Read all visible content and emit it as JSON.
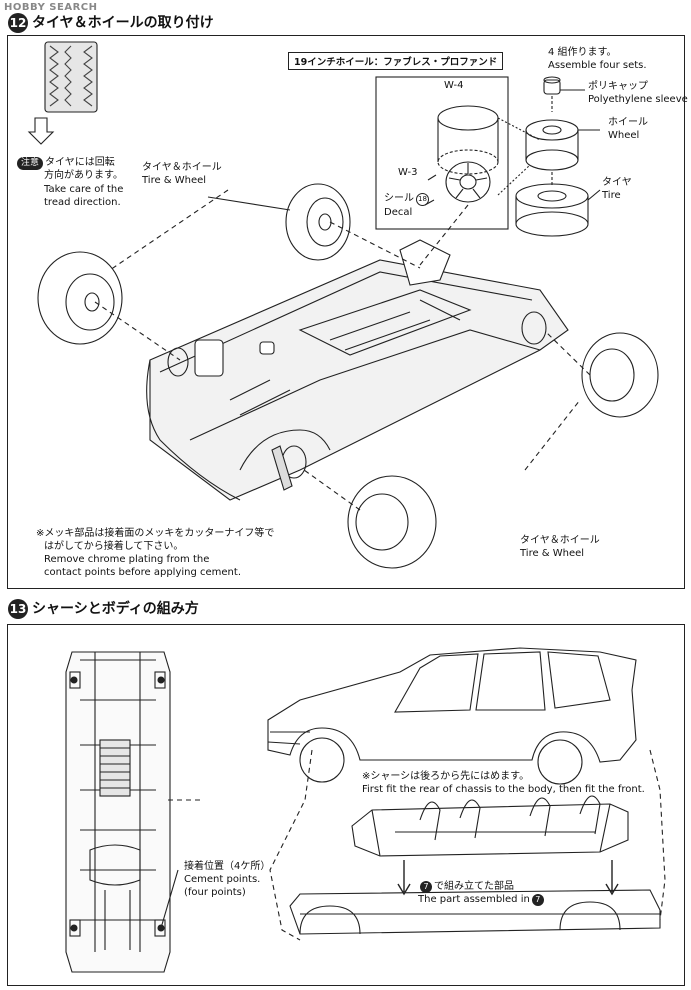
{
  "watermark": "HOBBY SEARCH",
  "step12": {
    "number": "12",
    "title": "タイヤ＆ホイールの取り付け",
    "caution_badge": "注意",
    "caution_ja_1": "タイヤには回転",
    "caution_ja_2": "方向があります。",
    "caution_en_1": "Take care of the",
    "caution_en_2": "tread direction.",
    "tire_wheel_ja": "タイヤ＆ホイール",
    "tire_wheel_en": "Tire & Wheel",
    "wheel_header": "19インチホイール：ファブレス・プロファンド",
    "part_w4": "W-4",
    "part_w3": "W-3",
    "decal_ja": "シール",
    "decal_en": "Decal",
    "decal_num": "18",
    "assemble_ja": "4 組作ります。",
    "assemble_en": "Assemble four sets.",
    "polycap_ja": "ポリキャップ",
    "polycap_en": "Polyethylene sleeve",
    "wheel_ja": "ホイール",
    "wheel_en": "Wheel",
    "tire_ja": "タイヤ",
    "tire_en": "Tire",
    "note_ja_1": "※メッキ部品は接着面のメッキをカッターナイフ等で",
    "note_ja_2": "はがしてから接着して下さい。",
    "note_en_1": "Remove chrome plating from the",
    "note_en_2": "contact points before applying cement.",
    "tire_wheel_ja_2": "タイヤ＆ホイール",
    "tire_wheel_en_2": "Tire & Wheel"
  },
  "step13": {
    "number": "13",
    "title": "シャーシとボディの組み方",
    "fit_ja": "※シャーシは後ろから先にはめます。",
    "fit_en": "First fit the rear of chassis to the body, then fit the front.",
    "cement_ja": "接着位置（4ケ所）",
    "cement_en_1": "Cement points.",
    "cement_en_2": "(four points)",
    "assembled_ja": "で組み立てた部品",
    "assembled_en": "The part assembled in",
    "step_ref": "7"
  }
}
